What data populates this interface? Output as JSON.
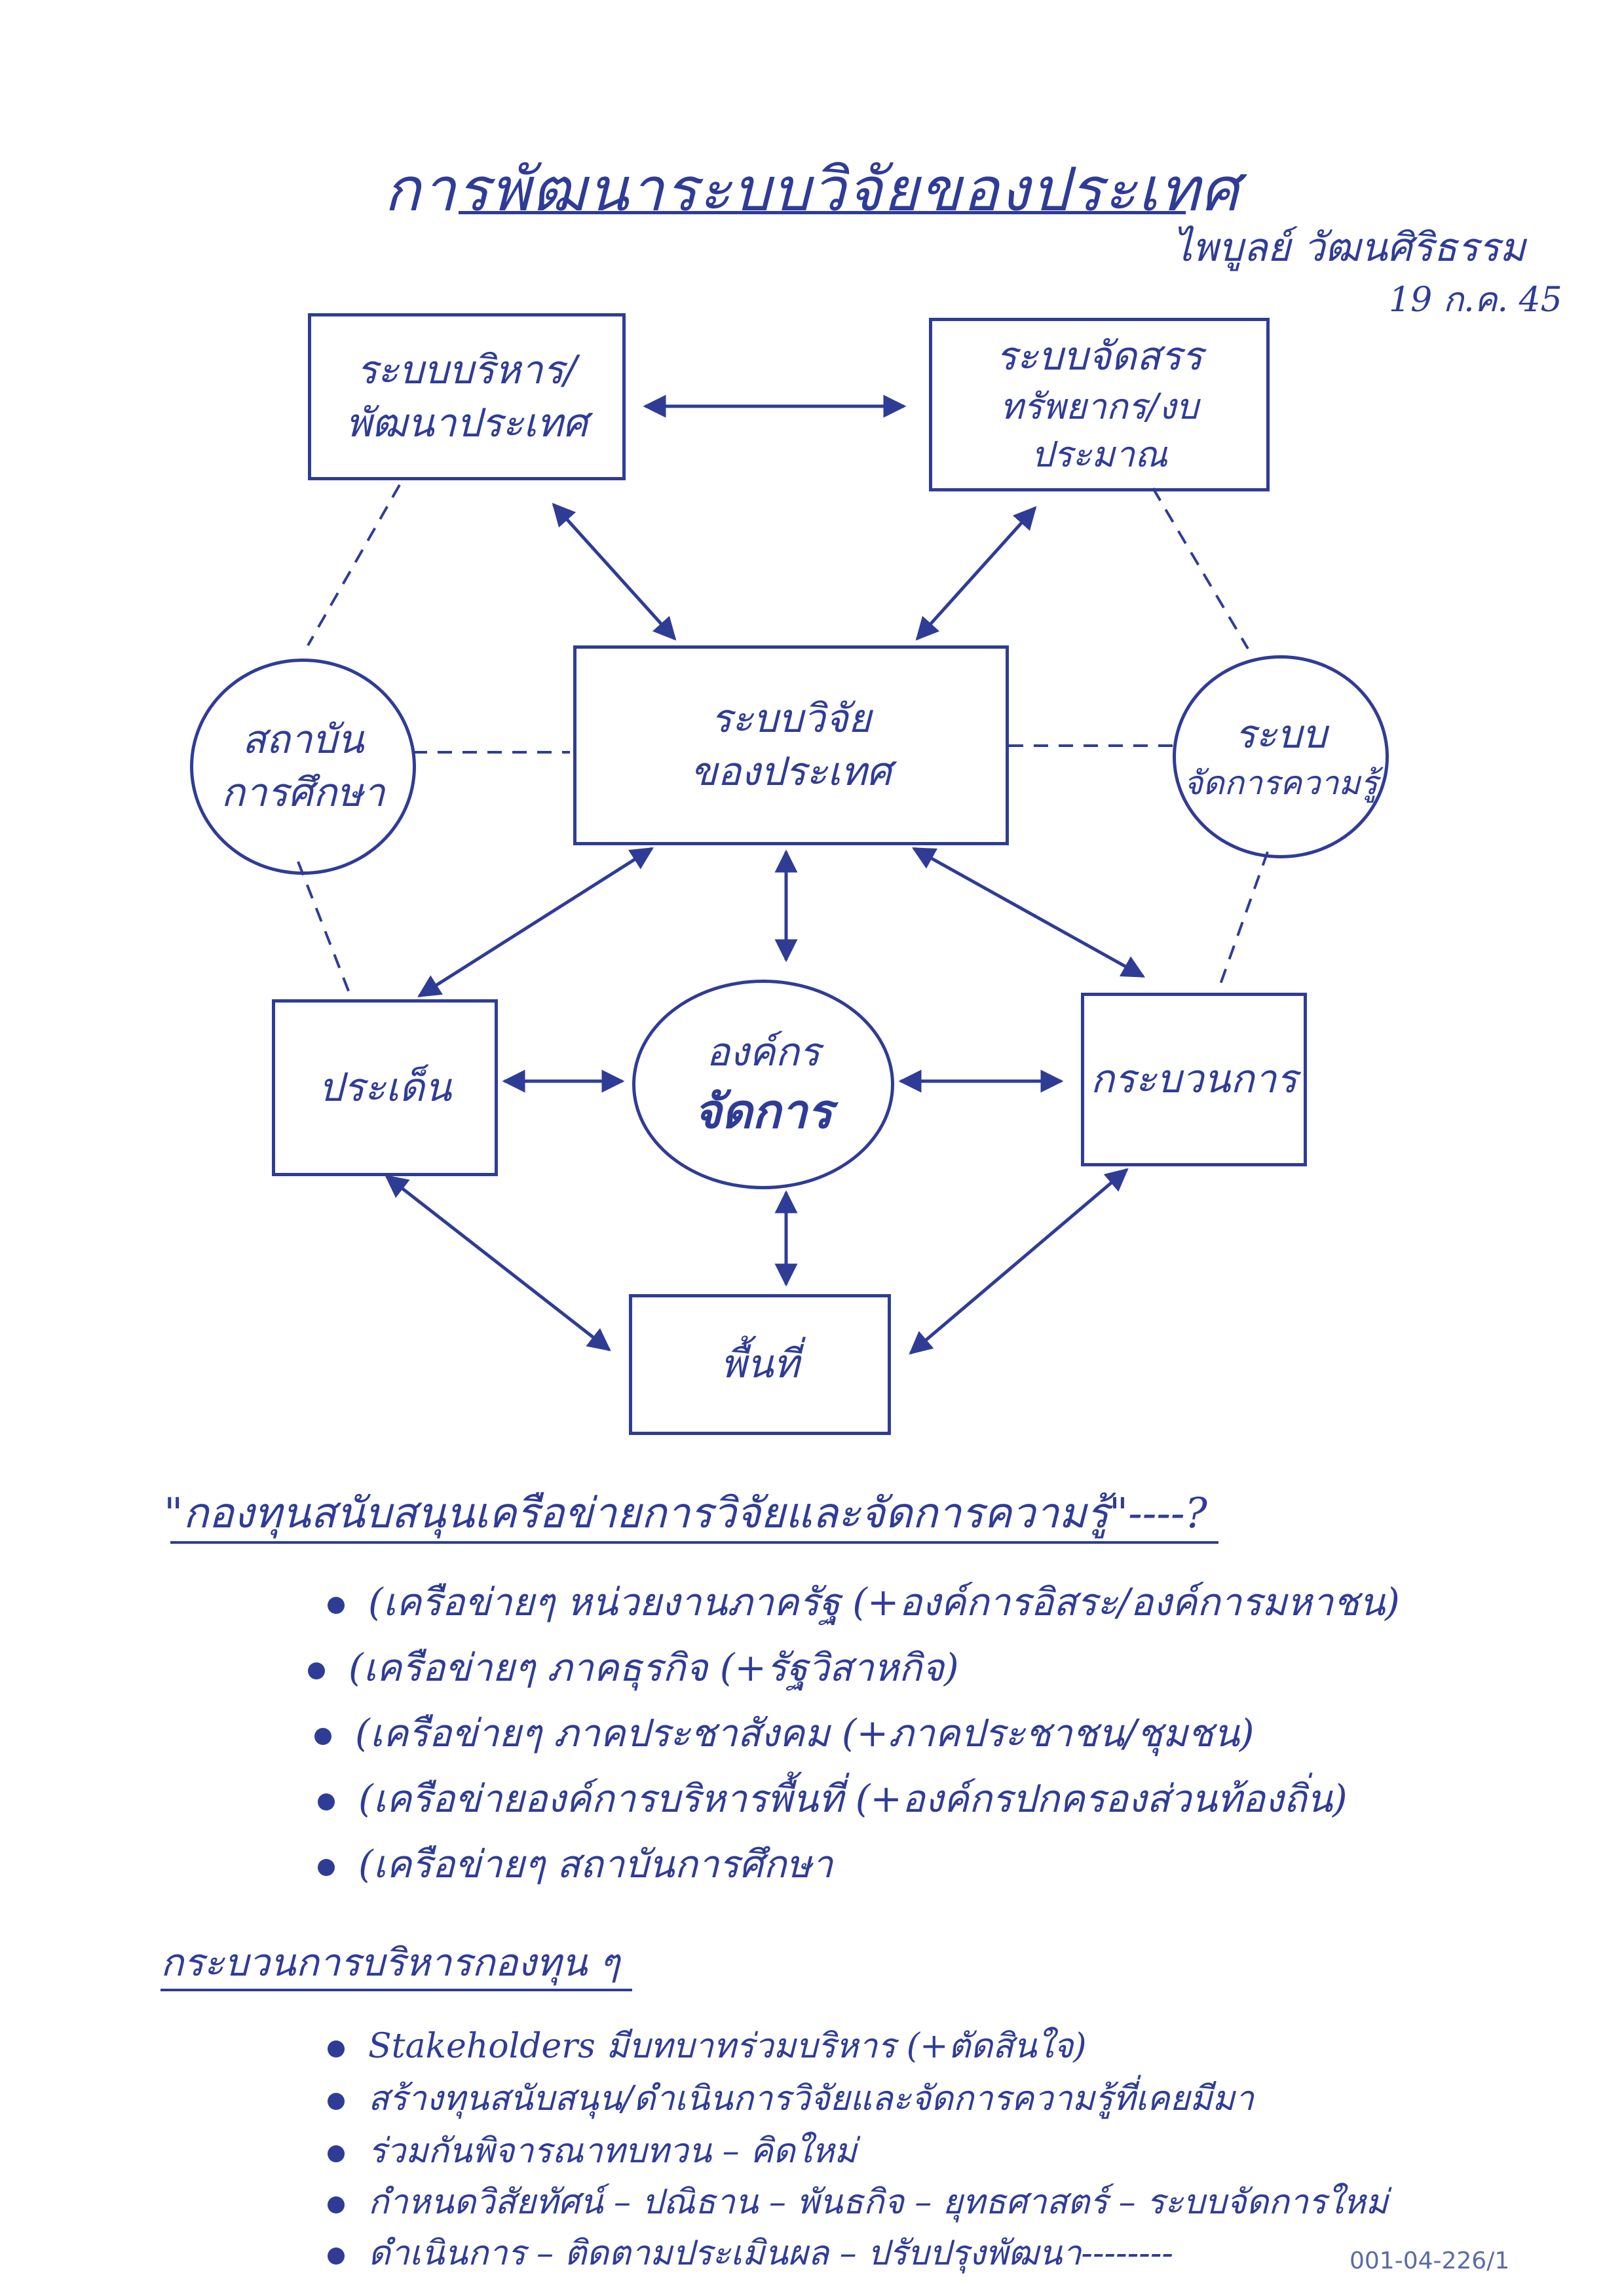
{
  "document": {
    "title": "การพัฒนาระบบวิจัยของประเทศ",
    "author": "ไพบูลย์ วัฒนศิริธรรม",
    "date": "19 ก.ค. 45",
    "doc_id": "001-04-226/1"
  },
  "diagram": {
    "nodes": {
      "box_admin": [
        "ระบบบริหาร/",
        "พัฒนาประเทศ"
      ],
      "box_resource": [
        "ระบบจัดสรร",
        "ทรัพยากร/งบประมาณ"
      ],
      "box_center": [
        "ระบบวิจัย",
        "ของประเทศ"
      ],
      "circle_edu": [
        "สถาบัน",
        "การศึกษา"
      ],
      "circle_km": [
        "ระบบ",
        "จัดการความรู้"
      ],
      "box_issue": [
        "ประเด็น"
      ],
      "circle_org": [
        "องค์กร",
        "จัดการ"
      ],
      "box_process": [
        "กระบวนการ"
      ],
      "box_area": [
        "พื้นที่"
      ]
    }
  },
  "section1": {
    "heading": "\"กองทุนสนับสนุนเครือข่ายการวิจัยและจัดการความรู้\"----?",
    "items": [
      "(เครือข่ายๆ หน่วยงานภาครัฐ (+องค์การอิสระ/องค์การมหาชน)",
      "(เครือข่ายๆ ภาคธุรกิจ (+รัฐวิสาหกิจ)",
      "(เครือข่ายๆ ภาคประชาสังคม (+ภาคประชาชน/ชุมชน)",
      "(เครือข่ายองค์การบริหารพื้นที่ (+องค์กรปกครองส่วนท้องถิ่น)",
      "(เครือข่ายๆ สถาบันการศึกษา"
    ]
  },
  "section2": {
    "heading": "กระบวนการบริหารกองทุน ๆ",
    "items": [
      "Stakeholders มีบทบาทร่วมบริหาร (+ตัดสินใจ)",
      "สร้างทุนสนับสนุน/ดำเนินการวิจัยและจัดการความรู้ที่เคยมีมา",
      "ร่วมกันพิจารณาทบทวน – คิดใหม่",
      "กำหนดวิสัยทัศน์ – ปณิธาน – พันธกิจ – ยุทธศาสตร์ – ระบบจัดการใหม่",
      "ดำเนินการ – ติดตามประเมินผล – ปรับปรุงพัฒนา--------"
    ]
  }
}
